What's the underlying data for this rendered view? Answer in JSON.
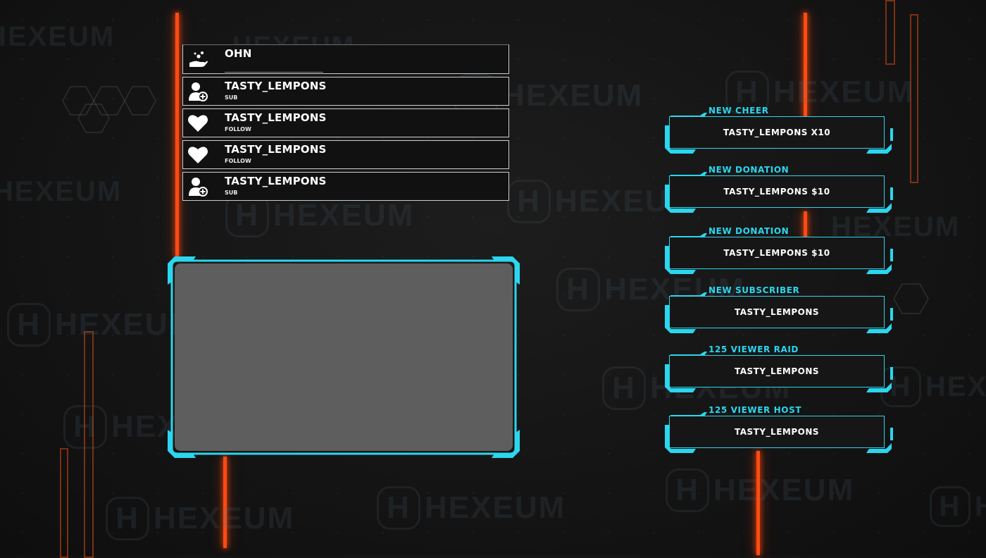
{
  "watermark": {
    "brand": "HEXEUM",
    "letter": "H"
  },
  "event_list": {
    "items": [
      {
        "name": "OHN",
        "type": "",
        "icon": "donation-hand-icon"
      },
      {
        "name": "TASTY_LEMPONS",
        "type": "SUB",
        "icon": "user-add-icon"
      },
      {
        "name": "TASTY_LEMPONS",
        "type": "FOLLOW",
        "icon": "heart-icon"
      },
      {
        "name": "TASTY_LEMPONS",
        "type": "FOLLOW",
        "icon": "heart-icon"
      },
      {
        "name": "TASTY_LEMPONS",
        "type": "SUB",
        "icon": "user-add-icon"
      }
    ]
  },
  "alerts": [
    {
      "title": "NEW CHEER",
      "text": "TASTY_LEMPONS X10"
    },
    {
      "title": "NEW DONATION",
      "text": "TASTY_LEMPONS $10"
    },
    {
      "title": "NEW DONATION",
      "text": "TASTY_LEMPONS $10"
    },
    {
      "title": "NEW SUBSCRIBER",
      "text": "TASTY_LEMPONS"
    },
    {
      "title": "125 VIEWER RAID",
      "text": "TASTY_LEMPONS"
    },
    {
      "title": "125 VIEWER HOST",
      "text": "TASTY_LEMPONS"
    }
  ],
  "colors": {
    "accent_cyan": "#2bd6ee",
    "accent_orange": "#ff4a12",
    "background": "#141414",
    "camera_fill": "#5e5e5e"
  }
}
